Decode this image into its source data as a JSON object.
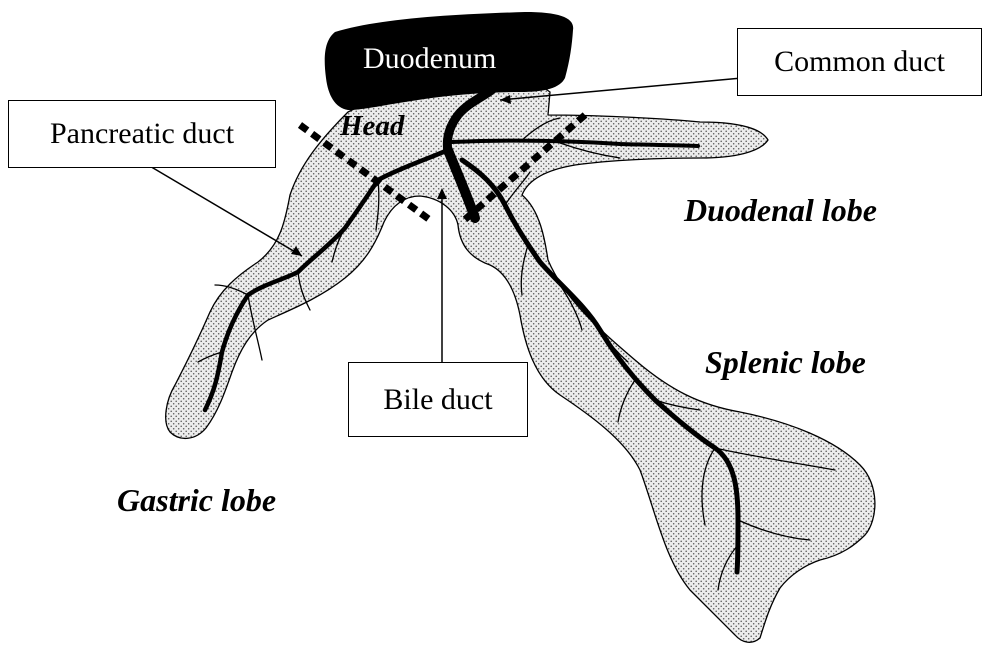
{
  "labels": {
    "duodenum": "Duodenum",
    "common_duct": "Common duct",
    "pancreatic_duct": "Pancreatic duct",
    "bile_duct": "Bile duct",
    "head": "Head",
    "duodenal_lobe": "Duodenal lobe",
    "splenic_lobe": "Splenic lobe",
    "gastric_lobe": "Gastric lobe"
  },
  "colors": {
    "tissue_fill": "#ebebeb",
    "stipple": "#555555",
    "duct": "#000000",
    "duodenum": "#000000"
  }
}
